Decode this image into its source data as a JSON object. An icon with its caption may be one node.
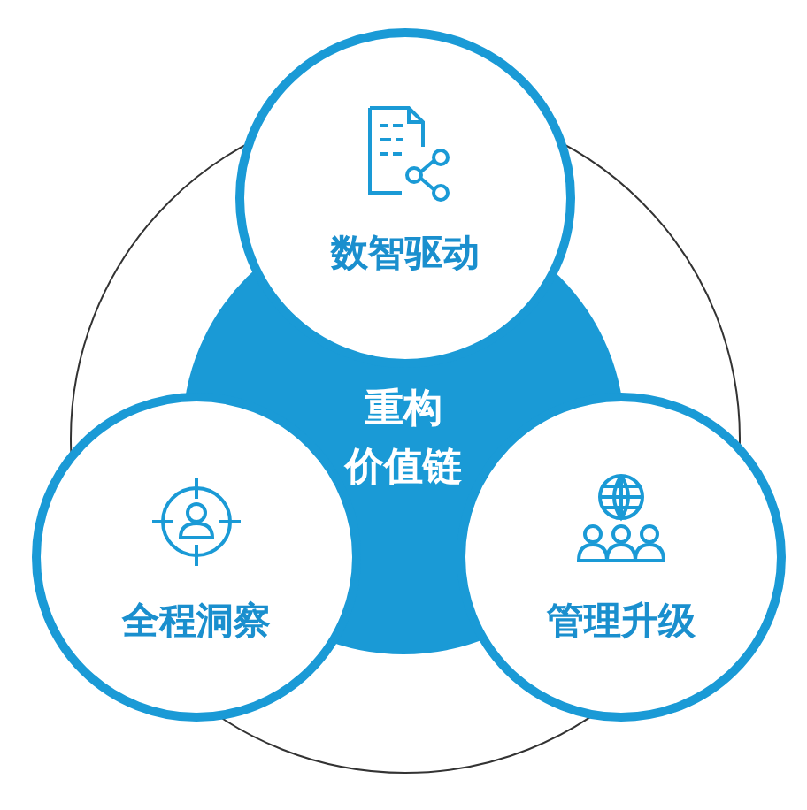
{
  "diagram": {
    "nodes": [
      {
        "text": [
          "数智驱动"
        ]
      },
      {
        "text": [
          "重构价值链"
        ]
      },
      {
        "text": [
          "全程洞察"
        ]
      },
      {
        "text": [
          "管理升级"
        ]
      }
    ],
    "edges": []
  }
}
